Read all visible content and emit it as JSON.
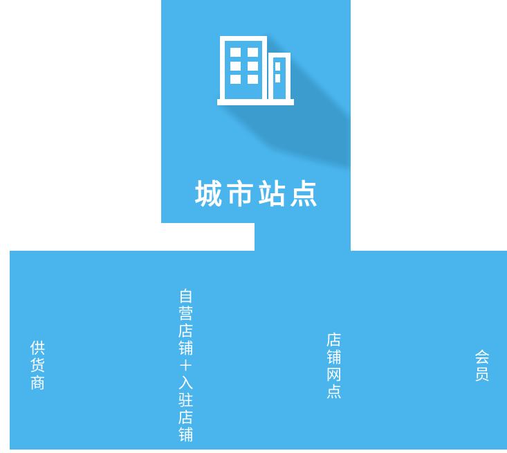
{
  "colors": {
    "primary": "#49b5ec",
    "long_shadow": "rgba(0, 40, 75, 0.18)",
    "text_on_primary": "#ffffff",
    "background": "#ffffff"
  },
  "diagram": {
    "root_node": {
      "title": "城市站点",
      "icon": "buildings-icon"
    },
    "band_labels": [
      {
        "label": "供货商"
      },
      {
        "label": "自营店铺＋入驻店铺"
      },
      {
        "label": "店铺网点"
      },
      {
        "label": "会员"
      }
    ]
  }
}
